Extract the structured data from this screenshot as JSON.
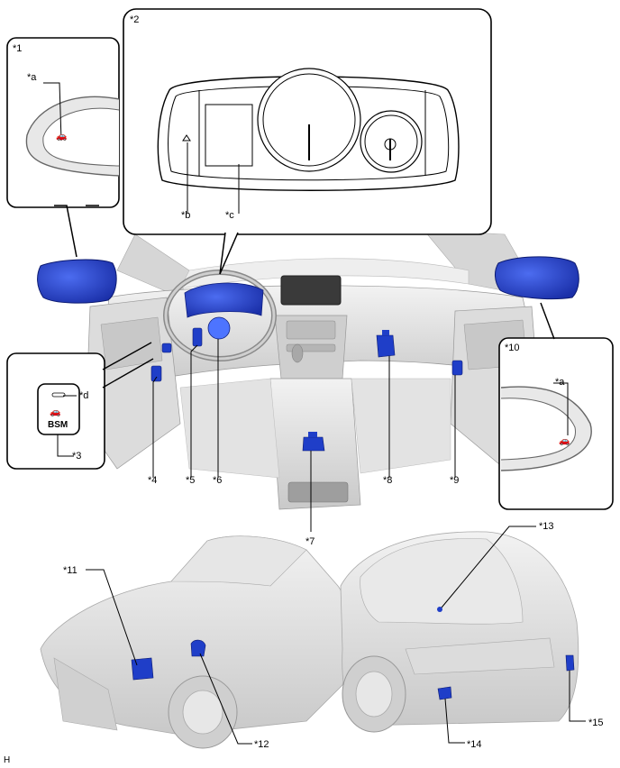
{
  "labels": {
    "c1": "*1",
    "c2": "*2",
    "c3": "*3",
    "c4": "*4",
    "c5": "*5",
    "c6": "*6",
    "c7": "*7",
    "c8": "*8",
    "c9": "*9",
    "c10": "*10",
    "c11": "*11",
    "c12": "*12",
    "c13": "*13",
    "c14": "*14",
    "c15": "*15",
    "a_left": "*a",
    "a_right": "*a",
    "b": "*b",
    "c": "*c",
    "d": "*d"
  },
  "switch_text": "BSM",
  "figure_code": "H",
  "colors": {
    "highlight": "#1f3ec8",
    "highlight_light": "#5b78e6",
    "line": "#000000",
    "car": "#d9d9d9"
  }
}
